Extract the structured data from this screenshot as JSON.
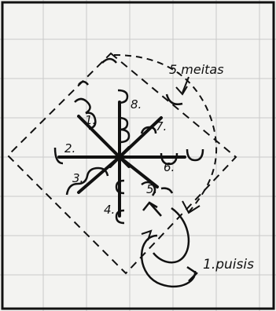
{
  "labels": {
    "l1": "1.",
    "l2": "2.",
    "l3": "3.",
    "l4": "4.",
    "l5": "5.",
    "l6": "6.",
    "l7": "7.",
    "l8": "8.",
    "top_right": "5.meitas",
    "bottom_right": "1.puisis"
  },
  "colors": {
    "ink": "#111111",
    "paper": "#f3f3f1",
    "grid": "#c9c9c9"
  }
}
